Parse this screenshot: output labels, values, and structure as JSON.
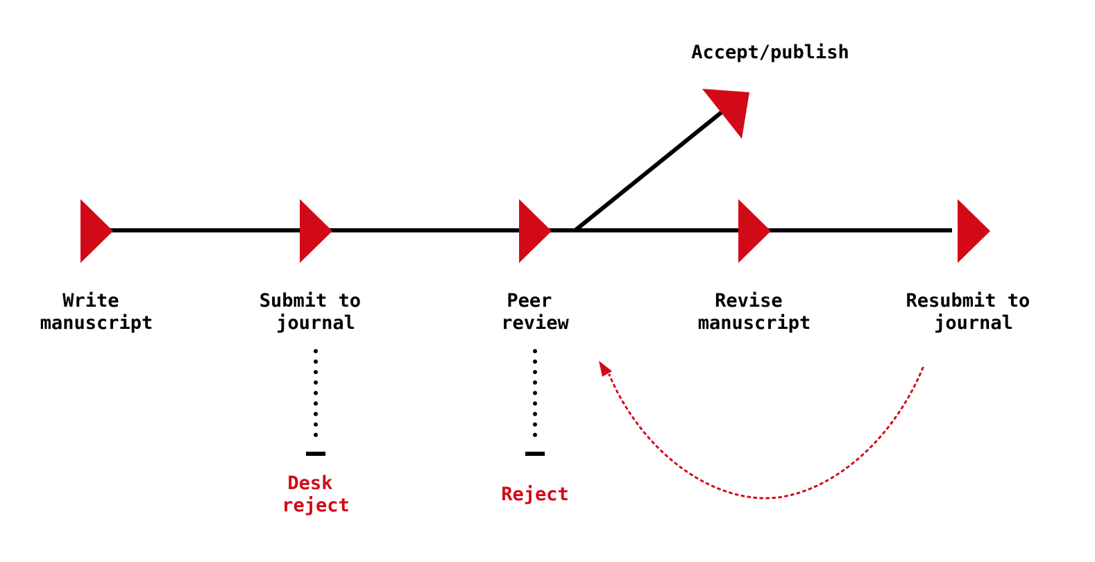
{
  "colors": {
    "accent": "#d20a18",
    "line": "#000000",
    "background": "#ffffff"
  },
  "steps": [
    {
      "line1": "Write",
      "line2": "manuscript"
    },
    {
      "line1": "Submit to",
      "line2": "journal"
    },
    {
      "line1": "Peer",
      "line2": "review"
    },
    {
      "line1": "Revise",
      "line2": "manuscript"
    },
    {
      "line1": "Resubmit to",
      "line2": "journal"
    }
  ],
  "accept": {
    "label": "Accept/publish"
  },
  "rejects": {
    "desk": {
      "line1": "Desk",
      "line2": "reject"
    },
    "review": {
      "label": "Reject"
    }
  },
  "loop": {
    "description": "resubmission returns to peer review"
  }
}
